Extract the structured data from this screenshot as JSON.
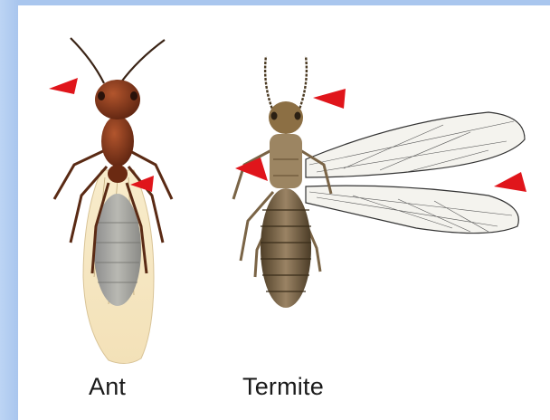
{
  "labels": {
    "ant": "Ant",
    "termite": "Termite"
  },
  "colors": {
    "background": "#a9c6ee",
    "panel": "#ffffff",
    "pointer": "#e0151b",
    "ant_body": "#7a2e12",
    "ant_wing": "#f6e6c2",
    "termite_body": "#6e5a3c",
    "termite_wing": "#f2f2ee"
  },
  "illustrations": [
    "ant-figure",
    "termite-figure"
  ]
}
